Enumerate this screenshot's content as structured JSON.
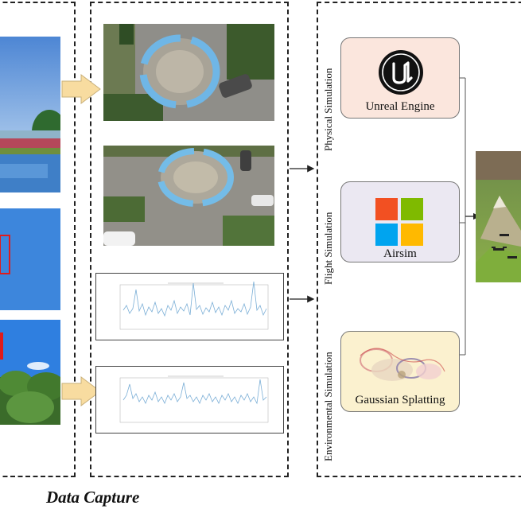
{
  "caption": "Data Capture",
  "side_labels": {
    "physical": "Physical Simulation",
    "flight": "Flight Simulation",
    "environmental": "Environmental Simulation"
  },
  "cards": [
    {
      "label": "Unreal Engine",
      "icon": "unreal-engine-logo",
      "color": "#fbe6dd"
    },
    {
      "label": "Airsim",
      "icon": "microsoft-windows-logo",
      "color": "#ebe8f2"
    },
    {
      "label": "Gaussian Splatting",
      "icon": "gaussian-splat-render",
      "color": "#fbf1cf"
    }
  ],
  "colors": {
    "arrow_fill": "#f8dca0",
    "arrow_stroke": "#c9b07a",
    "signal_line": "#7aaed6",
    "windows_red": "#f25022",
    "windows_green": "#7fba00",
    "windows_blue": "#00a4ef",
    "windows_yellow": "#ffb900"
  }
}
